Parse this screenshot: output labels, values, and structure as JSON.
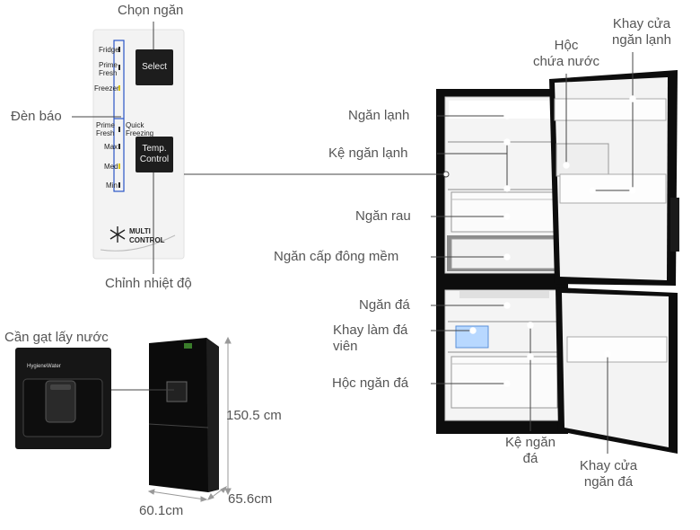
{
  "control_panel": {
    "modes": [
      "Fridge",
      "Prime\nFresh",
      "Freezer"
    ],
    "quick_label": "Quick\nFreezing",
    "prime_label2": "Prime\nFresh",
    "levels": [
      "Max",
      "Med",
      "Min"
    ],
    "select_button": "Select",
    "temp_button": "Temp.\nControl",
    "brand_line1": "MULTI",
    "brand_line2": "CONTROL"
  },
  "labels": {
    "chon_ngan": "Chọn ngăn",
    "den_bao": "Đèn báo",
    "chinh_nhiet_do": "Chỉnh nhiệt độ",
    "can_gat": "Cần gạt lấy nước",
    "dispenser_brand": "HygieneWater",
    "hoc_chua_nuoc": "Hộc\nchứa nước",
    "khay_cua_ngan_lanh": "Khay cửa\nngăn lạnh",
    "ngan_lanh": "Ngăn lạnh",
    "ke_ngan_lanh": "Kệ ngăn lạnh",
    "ngan_rau": "Ngăn rau",
    "ngan_cap_dong_mem": "Ngăn cấp đông mềm",
    "ngan_da": "Ngăn đá",
    "khay_lam_da_vien": "Khay làm đá\nviên",
    "hoc_ngan_da": "Hộc ngăn đá",
    "ke_ngan_da": "Kệ ngăn\nđá",
    "khay_cua_ngan_da": "Khay cửa\nngăn đá"
  },
  "dimensions": {
    "height": "150.5 cm",
    "depth": "65.6cm",
    "width": "60.1cm"
  }
}
